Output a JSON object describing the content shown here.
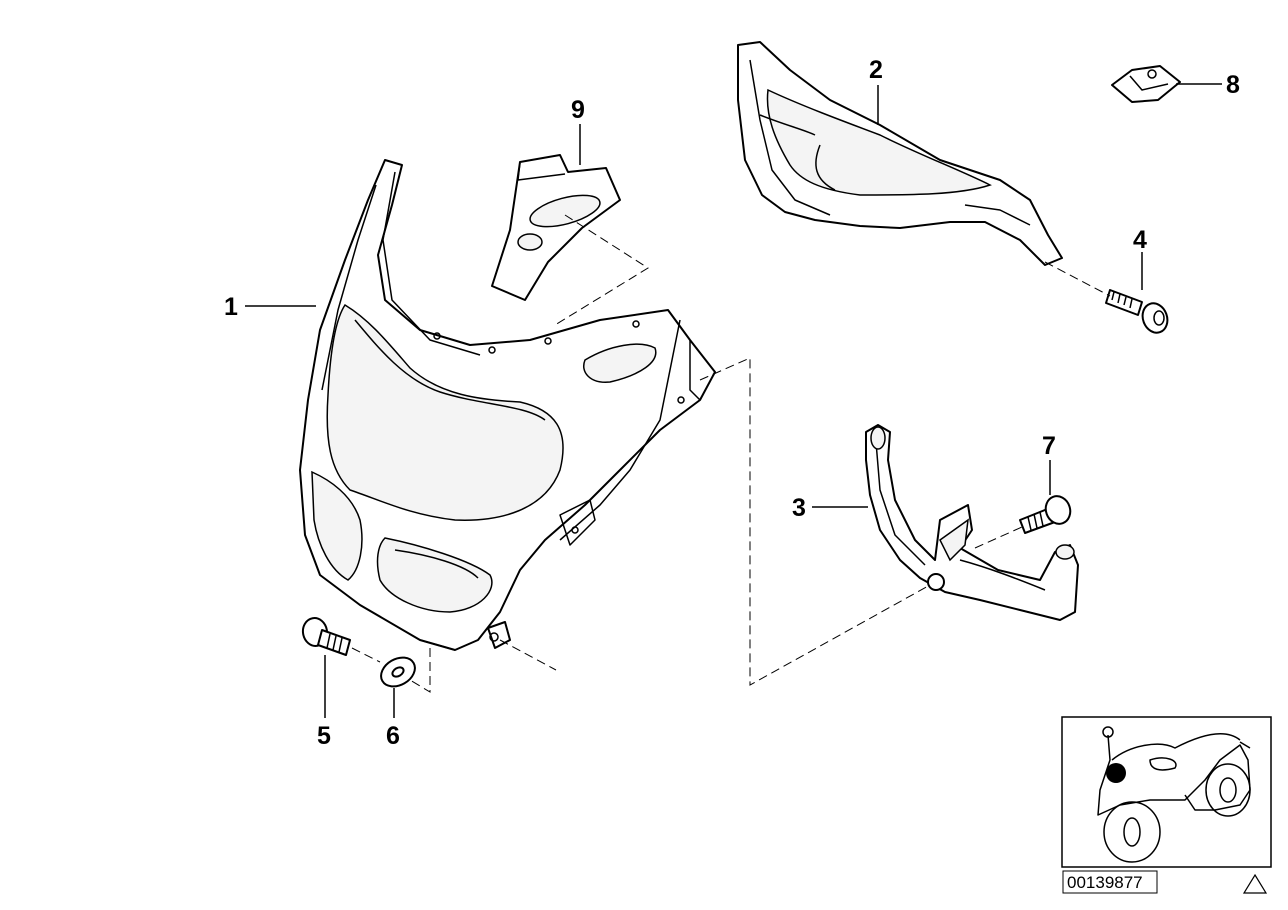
{
  "diagram": {
    "callouts": [
      "1",
      "2",
      "3",
      "4",
      "5",
      "6",
      "7",
      "8",
      "9"
    ],
    "document_number": "00139877"
  },
  "colors": {
    "line": "#000000",
    "background": "#ffffff",
    "highlight_dot": "#000000"
  },
  "icons": {
    "thumbnail": "motorcycle-locator-icon",
    "warning": "warning-triangle-icon"
  }
}
